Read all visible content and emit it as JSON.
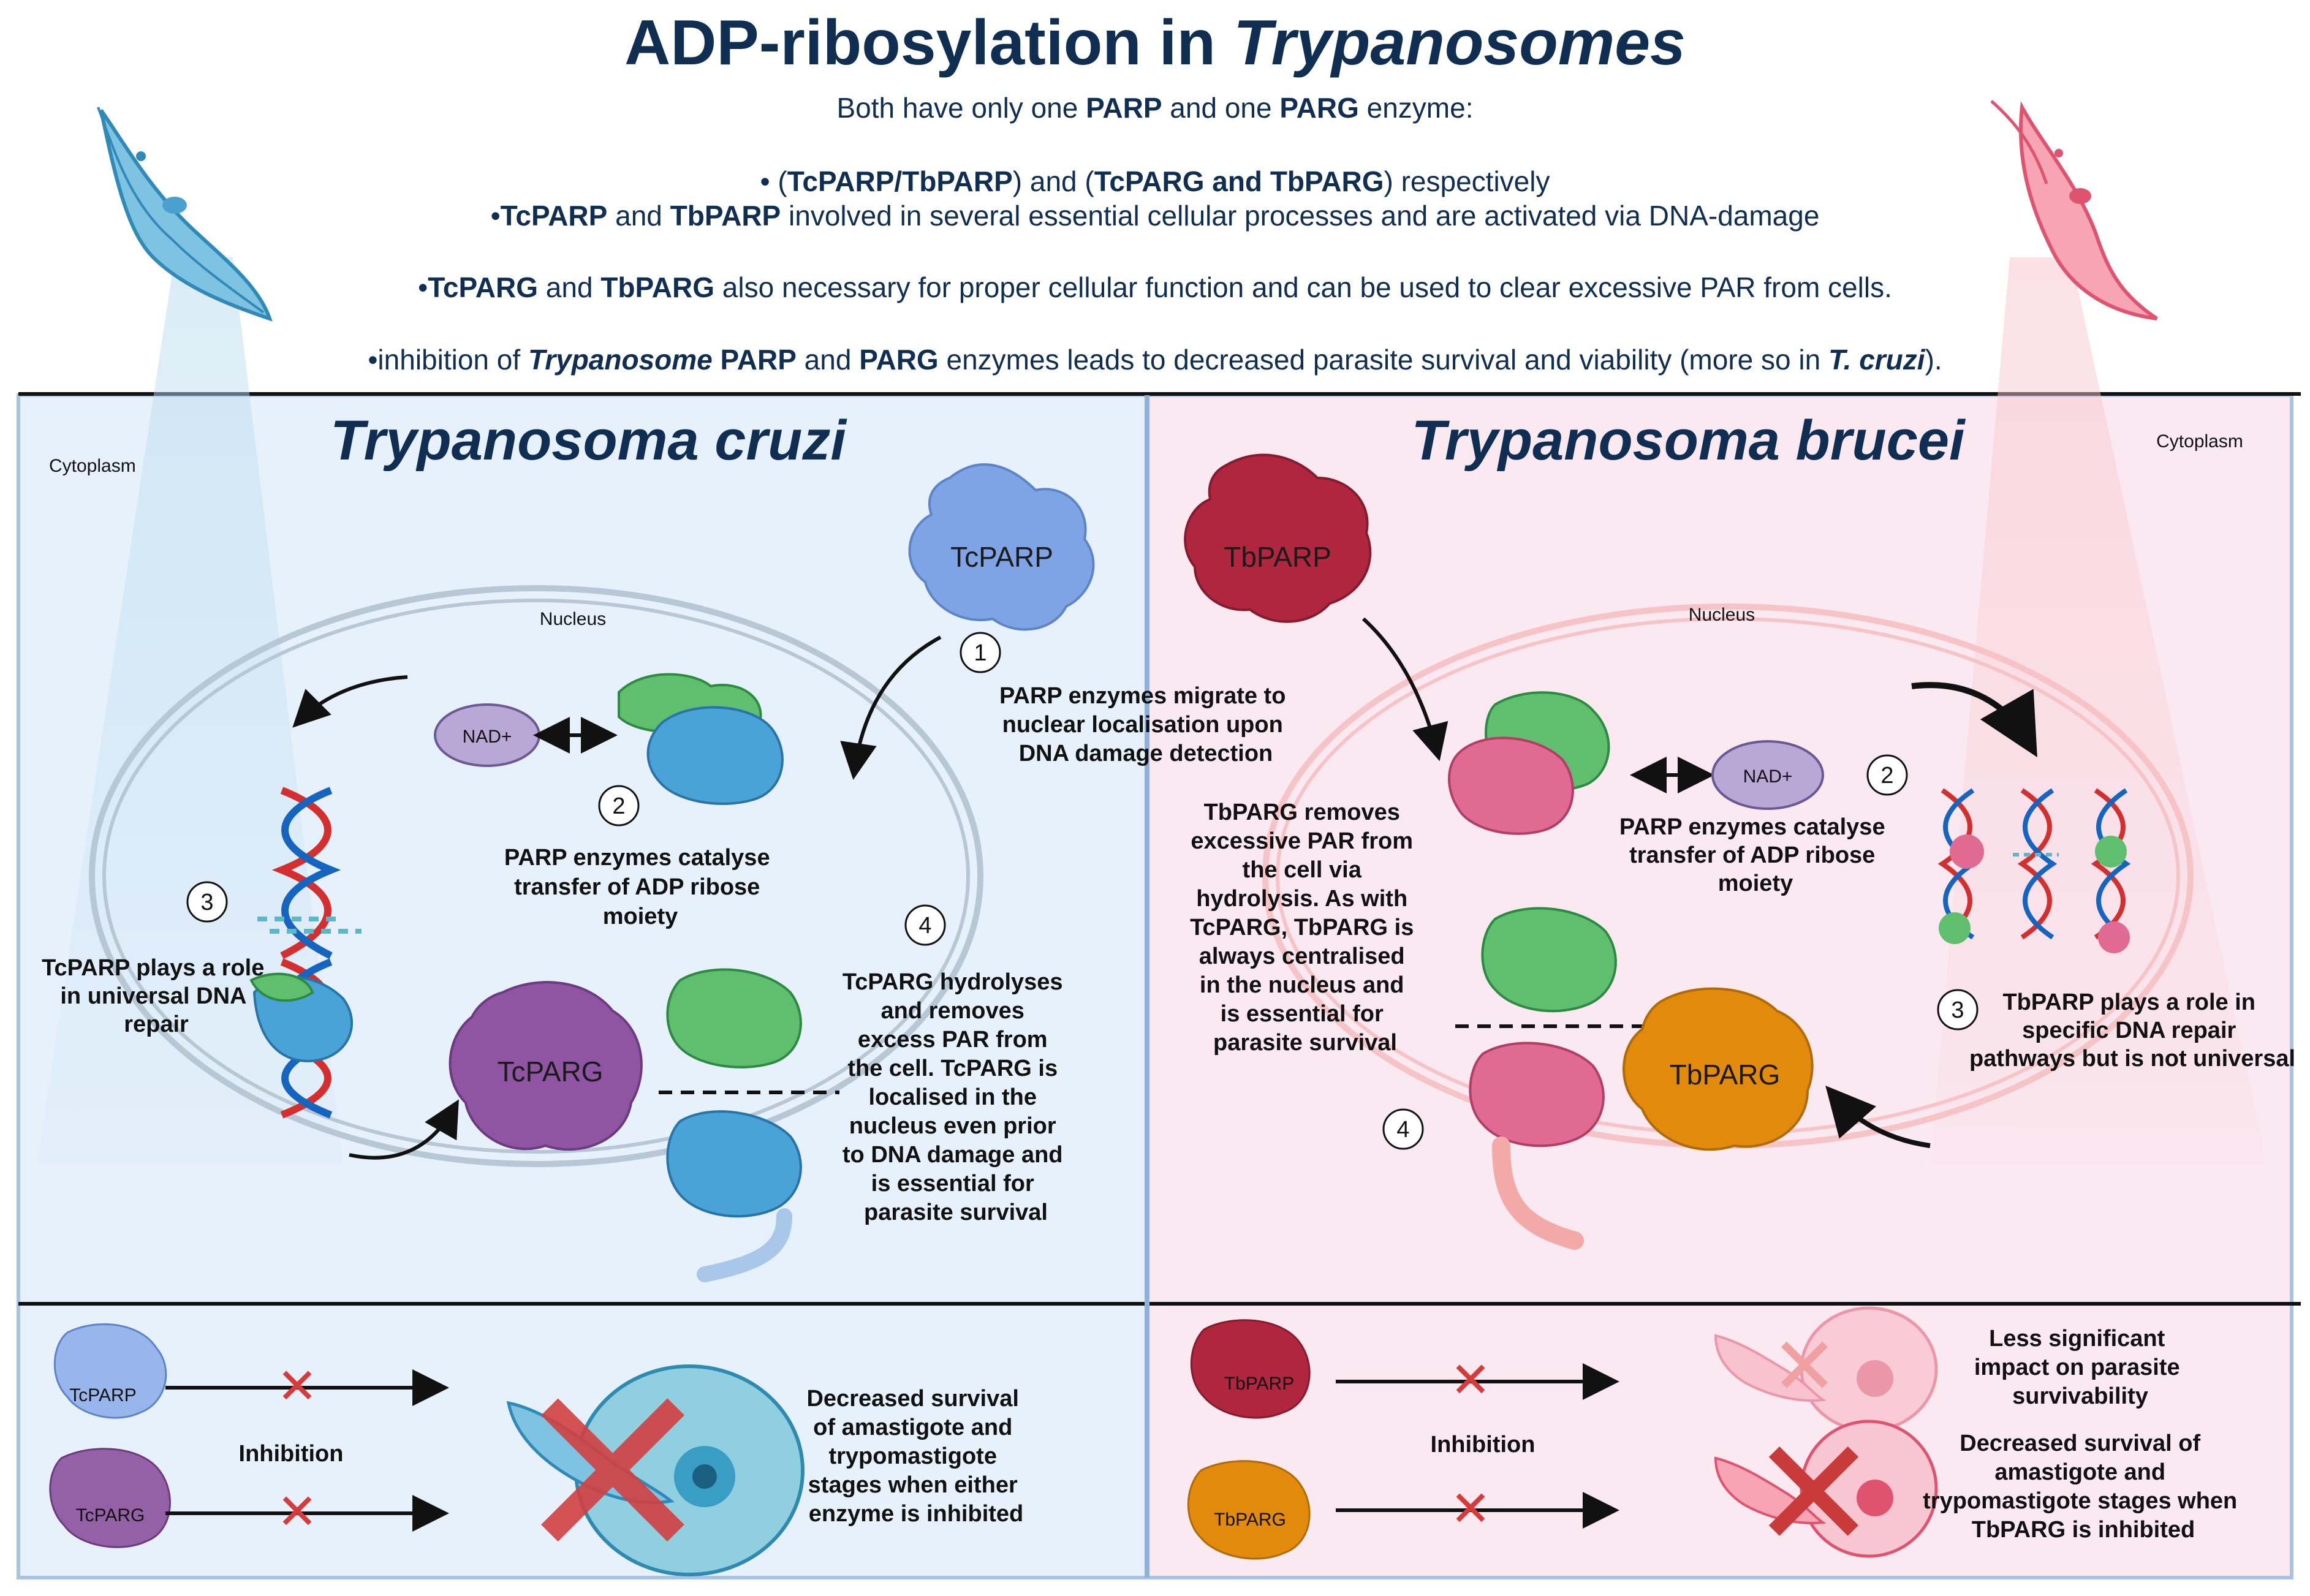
{
  "header": {
    "title_part1": "ADP-ribosylation in ",
    "title_part2": "Trypanosomes",
    "line1_a": "Both have only one ",
    "line1_b": "PARP",
    "line1_c": " and one ",
    "line1_d": "PARG",
    "line1_e": " enzyme:",
    "line2_a": "• (",
    "line2_b": "TcPARP/TbPARP",
    "line2_c": ") and (",
    "line2_d": "TcPARG and TbPARG",
    "line2_e": ") respectively",
    "line3_a": "•",
    "line3_b": "TcPARP",
    "line3_c": " and ",
    "line3_d": "TbPARP",
    "line3_e": " involved in several essential cellular processes and are activated via DNA-damage",
    "line4_a": "•",
    "line4_b": "TcPARG",
    "line4_c": " and ",
    "line4_d": "TbPARG",
    "line4_e": " also necessary for proper cellular function and can be used to clear excessive PAR from cells.",
    "line5_a": "•inhibition of ",
    "line5_b": "Trypanosome",
    "line5_c": " PARP",
    "line5_d": " and ",
    "line5_e": "PARG",
    "line5_f": " enzymes leads to decreased parasite survival and viability (more so in ",
    "line5_g": "T. cruzi",
    "line5_h": ")."
  },
  "cruzi": {
    "title": "Trypanosoma cruzi",
    "cytoplasm": "Cytoplasm",
    "nucleus": "Nucleus",
    "parp_label": "TcPARP",
    "parg_label": "TcPARG",
    "nad_label": "NAD+",
    "num1": "1",
    "num2": "2",
    "num3": "3",
    "num4": "4",
    "step1": [
      "PARP enzymes migrate to",
      "nuclear localisation upon",
      "DNA damage detection"
    ],
    "step2": [
      "PARP enzymes catalyse",
      "transfer of ADP ribose",
      "moiety"
    ],
    "step3": [
      "TcPARP plays a role",
      "in universal DNA",
      "repair"
    ],
    "step4": [
      "TcPARG hydrolyses",
      "and removes",
      "excess PAR from",
      "the cell. TcPARG is",
      "localised in the",
      "nucleus even prior",
      "to DNA damage and",
      "is essential for",
      "parasite survival"
    ],
    "inhibit_parp": "TcPARP",
    "inhibit_parg": "TcPARG",
    "inhibition": "Inhibition",
    "outcome": [
      "Decreased survival",
      "of amastigote and",
      "trypomastigote",
      "stages when either",
      "enzyme is inhibited"
    ]
  },
  "brucei": {
    "title": "Trypanosoma brucei",
    "cytoplasm": "Cytoplasm",
    "nucleus": "Nucleus",
    "parp_label": "TbPARP",
    "parg_label": "TbPARG",
    "nad_label": "NAD+",
    "num2": "2",
    "num3": "3",
    "num4": "4",
    "step2": [
      "PARP enzymes catalyse",
      "transfer of ADP ribose",
      "moiety"
    ],
    "step3": [
      "TbPARP plays a role in",
      "specific DNA repair",
      "pathways but is not universal"
    ],
    "step4": [
      "TbPARG removes",
      "excessive PAR from",
      "the cell via",
      "hydrolysis. As with",
      "TcPARG, TbPARG is",
      "always centralised",
      "in the nucleus and",
      "is essential for",
      "parasite survival"
    ],
    "inhibit_parp": "TbPARP",
    "inhibit_parg": "TbPARG",
    "inhibition": "Inhibition",
    "outcome1": [
      "Less significant",
      "impact on parasite",
      "survivability"
    ],
    "outcome2": [
      "Decreased survival of",
      "amastigote and",
      "trypomastigote stages when",
      "TbPARG is inhibited"
    ]
  },
  "colors": {
    "navy": "#0f2e52",
    "cruzi_bg": "#e6f1fb",
    "brucei_bg": "#fbe9f1",
    "tcparp": "#7ea4e6",
    "tcparg": "#8f55a3",
    "tbparp": "#b0263f",
    "tbparg": "#e18a0b",
    "inhibit_x": "#d63a3a"
  }
}
